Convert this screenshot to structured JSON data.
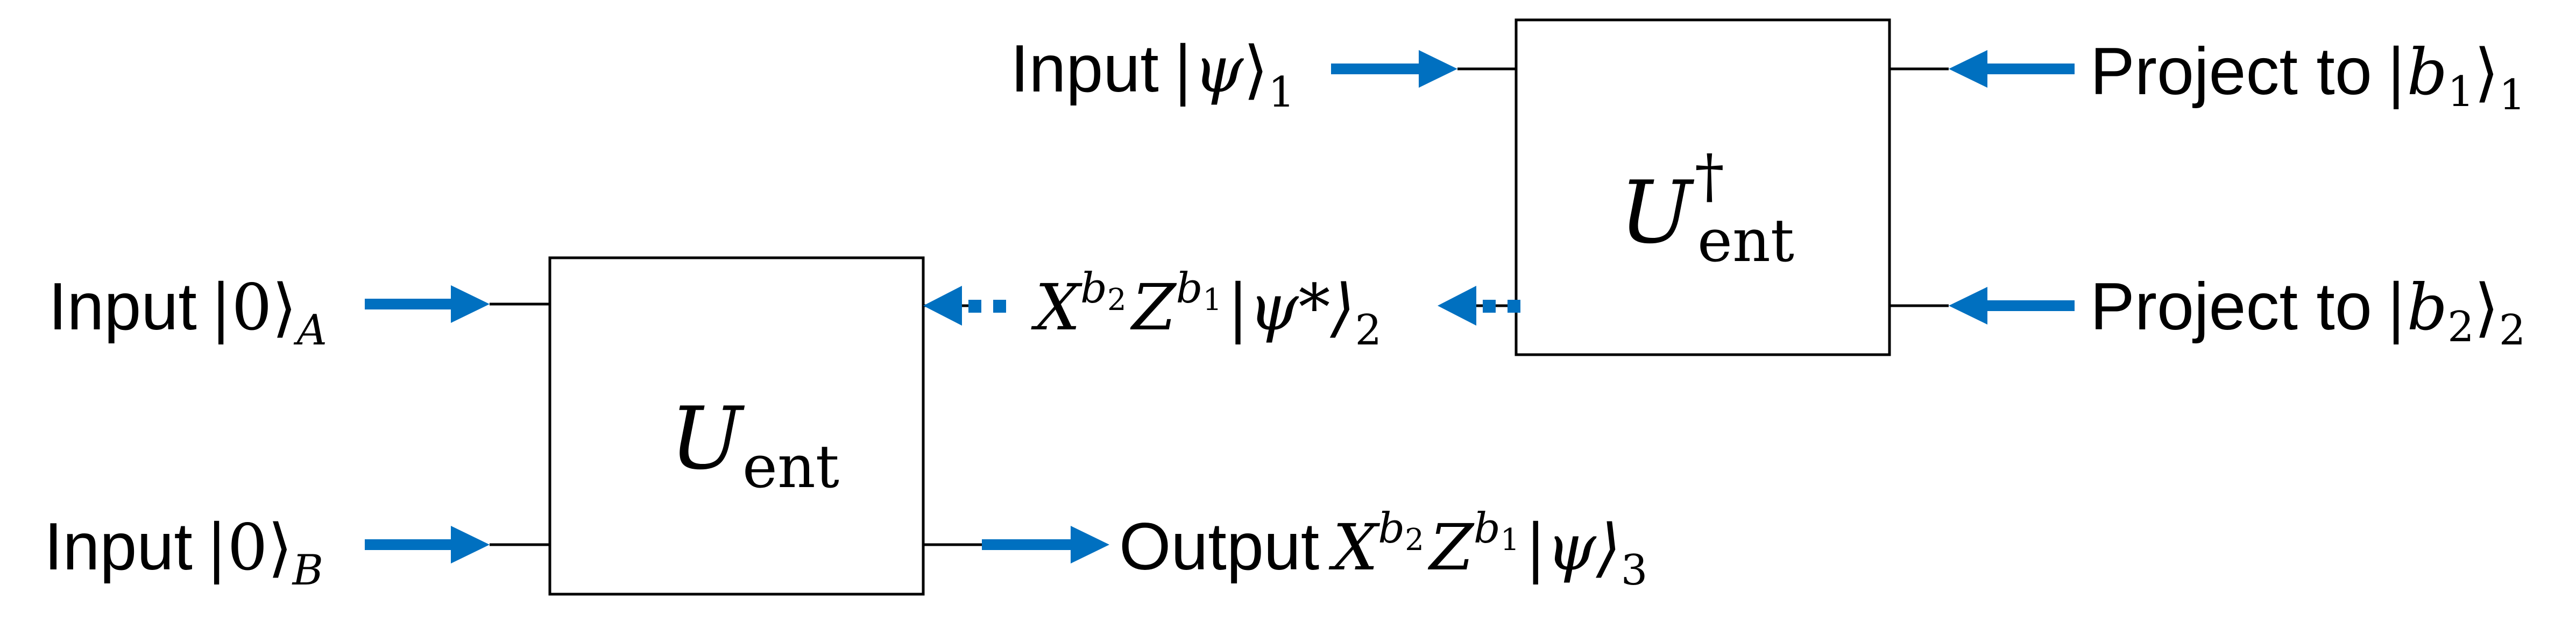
{
  "colors": {
    "arrow": "#0070C0",
    "line": "#000000"
  },
  "input_a": {
    "label": "Input",
    "ket": "|0⟩",
    "sub": "A"
  },
  "input_b": {
    "label": "Input",
    "ket": "|0⟩",
    "sub": "B"
  },
  "input_psi": {
    "label": "Input",
    "ket_open": "|",
    "psi": "ψ",
    "ket_close": "⟩",
    "sub": "1"
  },
  "gate_left": {
    "symbol": "U",
    "sub": "ent"
  },
  "gate_right": {
    "symbol": "U",
    "sup": "†",
    "sub": "ent"
  },
  "project_1": {
    "label": "Project to",
    "open": "|",
    "b": "b",
    "bsub": "1",
    "close": "⟩",
    "sub": "1"
  },
  "project_2": {
    "label": "Project to",
    "open": "|",
    "b": "b",
    "bsub": "2",
    "close": "⟩",
    "sub": "2"
  },
  "middle_state": {
    "X": "X",
    "b2": "b",
    "b2sub": "2",
    "Z": "Z",
    "b1": "b",
    "b1sub": "1",
    "ket": "|ψ*⟩",
    "sub": "2"
  },
  "output": {
    "label": "Output",
    "X": "X",
    "b2": "b",
    "b2sub": "2",
    "Z": "Z",
    "b1": "b",
    "b1sub": "1",
    "ket": "|ψ⟩",
    "sub": "3"
  }
}
